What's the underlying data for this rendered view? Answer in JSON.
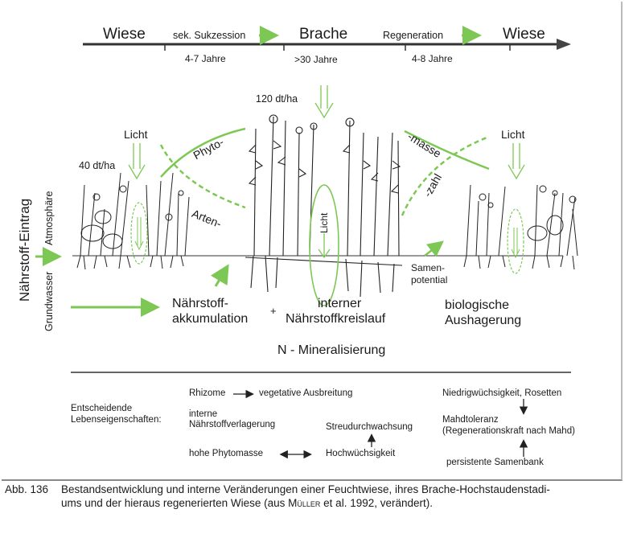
{
  "colors": {
    "accent_green": "#7dc855",
    "line": "#2b2b2b"
  },
  "timeline": {
    "stage_1": "Wiese",
    "transition_1": "sek. Sukzession",
    "stage_2": "Brache",
    "transition_2": "Regeneration",
    "stage_3": "Wiese",
    "duration_1": "4-7 Jahre",
    "duration_2": ">30 Jahre",
    "duration_3": "4-8 Jahre"
  },
  "diagram": {
    "input_label": "Nährstoff-Eintrag",
    "input_atmosphere": "Atmosphäre",
    "input_groundwater": "Grundwasser",
    "yield_left": "40 dt/ha",
    "yield_center": "120 dt/ha",
    "light_left": "Licht",
    "light_center": "Licht",
    "light_right": "Licht",
    "curve_phyto": "Phyto-",
    "curve_masse": "-masse",
    "curve_arten": "Arten-",
    "curve_zahl": "-zahl",
    "seed_potential_1": "Samen-",
    "seed_potential_2": "potential",
    "process_left_1": "Nährstoff-",
    "process_left_2": "akkumulation",
    "plus": "+",
    "process_center_1": "interner",
    "process_center_2": "Nährstoffkreislauf",
    "process_right_1": "biologische",
    "process_right_2": "Aushagerung",
    "mineralization": "N - Mineralisierung"
  },
  "traits": {
    "heading_1": "Entscheidende",
    "heading_2": "Lebenseigenschaften:",
    "rhizome": "Rhizome",
    "vegetative": "vegetative Ausbreitung",
    "internal_1": "interne",
    "internal_2": "Nährstoffverlagerung",
    "litter": "Streudurchwachsung",
    "high_biomass": "hohe Phytomasse",
    "tall_growth": "Hochwüchsigkeit",
    "low_growth": "Niedrigwüchsigkeit, Rosetten",
    "mowing_1": "Mahdtoleranz",
    "mowing_2": "(Regenerationskraft nach Mahd)",
    "seedbank": "persistente Samenbank"
  },
  "caption": {
    "label": "Abb. 136",
    "line_1": "Bestandsentwicklung und interne Veränderungen einer Feuchtwiese, ihres Brache-Hochstaudenstadi-",
    "line_2a": "ums und der hieraus regenerierten Wiese (aus ",
    "author": "Müller",
    "line_2b": " et al. 1992, verändert)."
  }
}
